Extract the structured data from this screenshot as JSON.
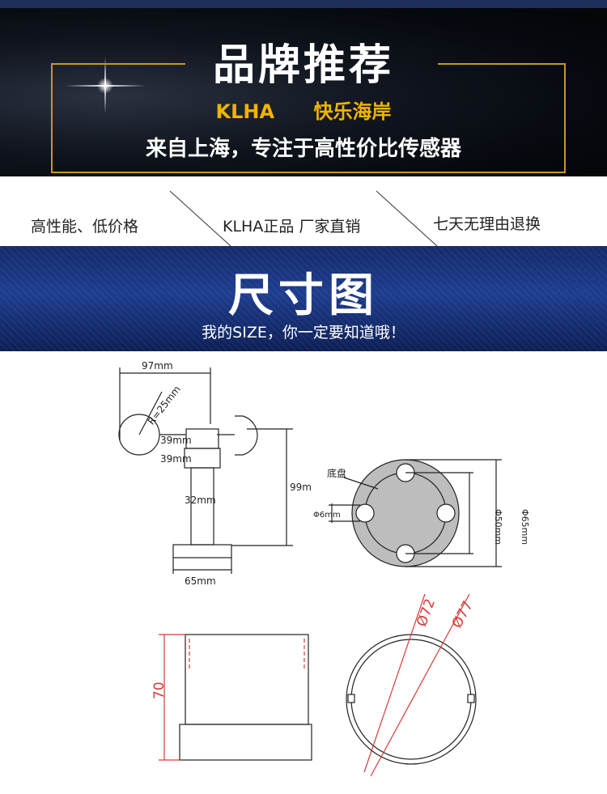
{
  "brand": {
    "title": "品牌推荐",
    "name_en": "KLHA",
    "name_cn": "快乐海岸",
    "slogan": "来自上海，专注于高性价比传感器"
  },
  "features": [
    "高性能、低价格",
    "KLHA正品  厂家直销",
    "七天无理由退换"
  ],
  "size_section": {
    "title": "尺寸图",
    "subtitle": "我的SIZE，你一定要知道哦！"
  },
  "drawing_labels": {
    "width_top": "97mm",
    "radius": "R=25mm",
    "ring1": "39mm",
    "ring2": "39mm",
    "height": "99m",
    "pole": "32mm",
    "base_width": "65mm",
    "base_label": "底盘",
    "hole": "Φ6mm",
    "inner_dia": "Φ50mm",
    "outer_dia": "Φ65mm",
    "housing_height": "70",
    "dia_inner": "Ø72",
    "dia_outer": "Ø77"
  },
  "colors": {
    "gold": "#c9971d",
    "brand_yellow": "#f0b400",
    "navy": "#1e3d8f",
    "dim_red": "#d63a3a"
  }
}
